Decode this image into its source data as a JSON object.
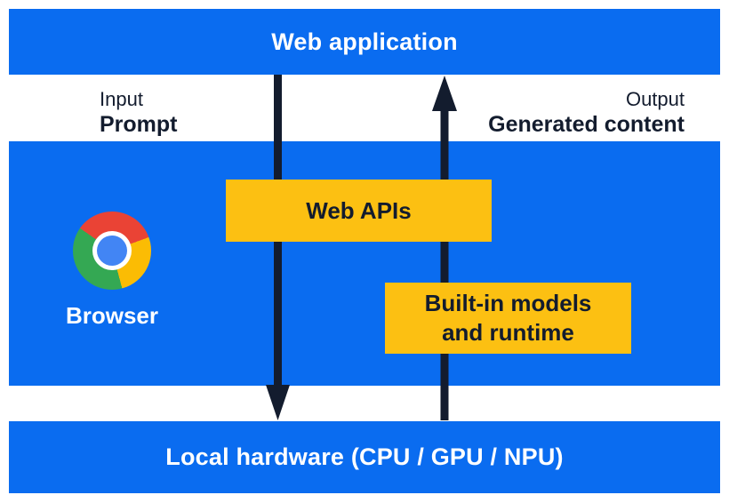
{
  "colors": {
    "panel_blue": "#0a6cf0",
    "box_yellow": "#fcc012",
    "ink_navy": "#131c2e",
    "chrome_red": "#ea4335",
    "chrome_yellow": "#fbbc04",
    "chrome_green": "#34a853",
    "chrome_blue": "#4285f4"
  },
  "top_bar": {
    "label": "Web application"
  },
  "flows": {
    "input": {
      "label": "Input",
      "payload": "Prompt"
    },
    "output": {
      "label": "Output",
      "payload": "Generated content"
    }
  },
  "browser_layer": {
    "browser_label": "Browser",
    "web_apis_box": {
      "label": "Web APIs"
    },
    "builtin_box": {
      "line1": "Built-in models",
      "line2": "and runtime"
    }
  },
  "bottom_bar": {
    "label": "Local hardware (CPU / GPU / NPU)"
  }
}
